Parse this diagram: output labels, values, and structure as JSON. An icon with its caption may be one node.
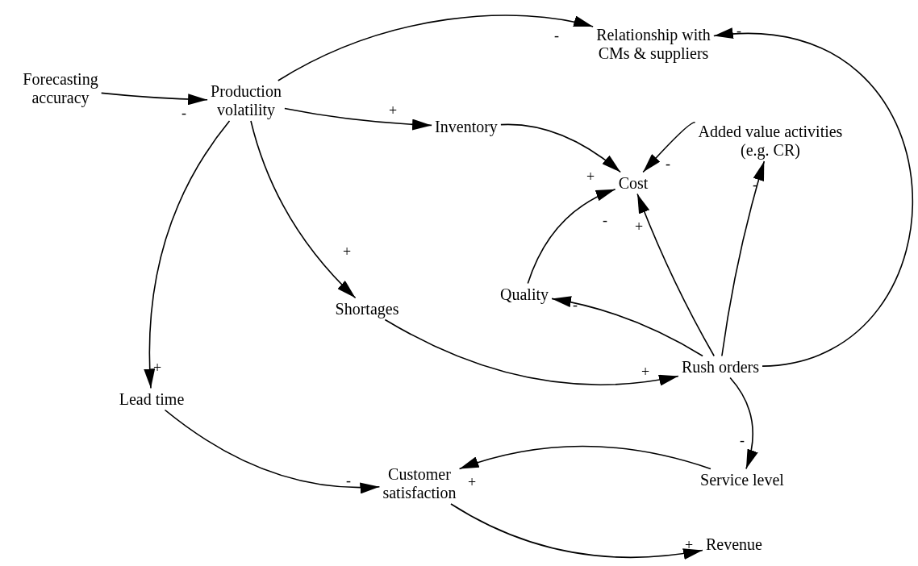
{
  "diagram": {
    "nodes": [
      {
        "text": [
          "Forecasting accuracy"
        ]
      },
      {
        "text": [
          "Production volatility"
        ]
      },
      {
        "text": [
          "Relationship with CMs & suppliers"
        ]
      },
      {
        "text": [
          "Inventory"
        ]
      },
      {
        "text": [
          "Added value activities (e.g. CR)"
        ]
      },
      {
        "text": [
          "Cost"
        ]
      },
      {
        "text": [
          "Shortages"
        ]
      },
      {
        "text": [
          "Quality"
        ]
      },
      {
        "text": [
          "Rush orders"
        ]
      },
      {
        "text": [
          "Lead time"
        ]
      },
      {
        "text": [
          "Service level"
        ]
      },
      {
        "text": [
          "Customer satisfaction"
        ]
      },
      {
        "text": [
          "Revenue"
        ]
      }
    ],
    "edges": [
      {
        "from": 0,
        "to": 1,
        "arrow": "to",
        "label": "-"
      },
      {
        "from": 1,
        "to": 2,
        "arrow": "to",
        "label": "-"
      },
      {
        "from": 1,
        "to": 3,
        "arrow": "to",
        "label": "+"
      },
      {
        "from": 1,
        "to": 6,
        "arrow": "to",
        "label": "+"
      },
      {
        "from": 1,
        "to": 9,
        "arrow": "to",
        "label": "+"
      },
      {
        "from": 3,
        "to": 5,
        "arrow": "to",
        "label": "+"
      },
      {
        "from": 4,
        "to": 5,
        "arrow": "to",
        "label": "-"
      },
      {
        "from": 7,
        "to": 5,
        "arrow": "to",
        "label": "-"
      },
      {
        "from": 8,
        "to": 5,
        "arrow": "to",
        "label": "+"
      },
      {
        "from": 8,
        "to": 4,
        "arrow": "to",
        "label": "-"
      },
      {
        "from": 8,
        "to": 7,
        "arrow": "to",
        "label": "-"
      },
      {
        "from": 8,
        "to": 2,
        "arrow": "to",
        "label": "-"
      },
      {
        "from": 6,
        "to": 8,
        "arrow": "to",
        "label": "+"
      },
      {
        "from": 8,
        "to": 10,
        "arrow": "to",
        "label": "-"
      },
      {
        "from": 10,
        "to": 11,
        "arrow": "to",
        "label": "+"
      },
      {
        "from": 9,
        "to": 11,
        "arrow": "to",
        "label": "-"
      },
      {
        "from": 11,
        "to": 12,
        "arrow": "to",
        "label": "+"
      }
    ]
  }
}
